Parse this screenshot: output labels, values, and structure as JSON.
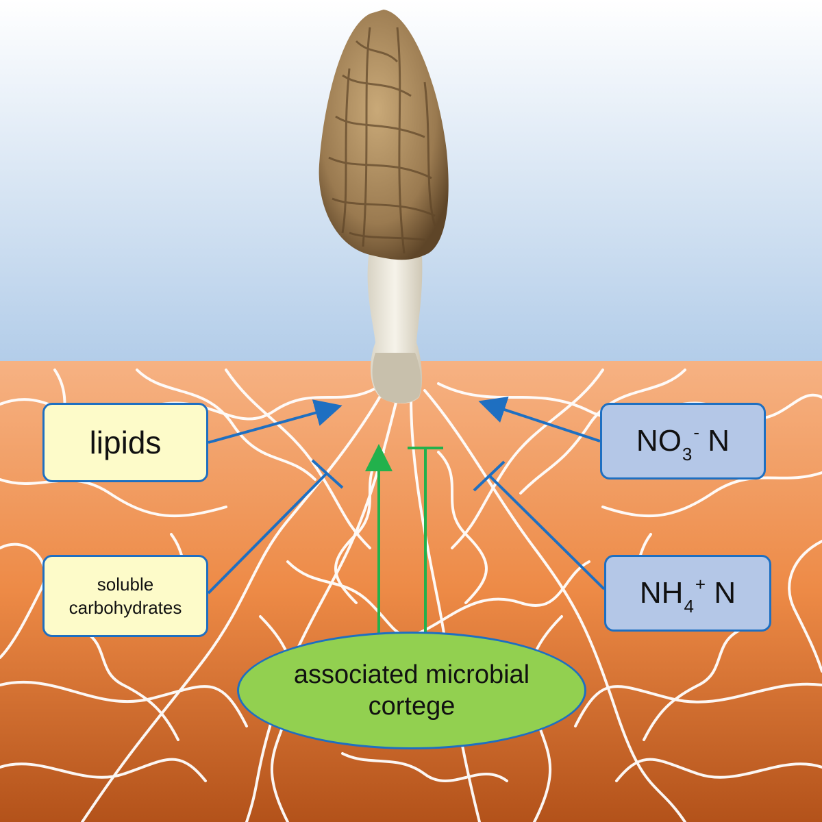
{
  "boxes": {
    "lipids": "lipids",
    "carbs_line1": "soluble",
    "carbs_line2": "carbohydrates",
    "no3_main": "NO",
    "no3_sub": "3",
    "no3_sup": "-",
    "no3_tail": "N",
    "nh4_main": "NH",
    "nh4_sub": "4",
    "nh4_sup": "+",
    "nh4_tail": "N"
  },
  "microbes": {
    "line1": "associated microbial",
    "line2": "cortege"
  },
  "colors": {
    "sky_top": "#ffffff",
    "sky_bottom": "#b3cde9",
    "soil_top": "#f6b283",
    "soil_bottom": "#b3521a",
    "hyphae": "#ffffff",
    "arrow_blue": "#1e6fc1",
    "arrow_green": "#22b14c",
    "box_yellow": "#fdfbc9",
    "box_blue": "#b4c7e7",
    "ellipse_green": "#92d050"
  }
}
